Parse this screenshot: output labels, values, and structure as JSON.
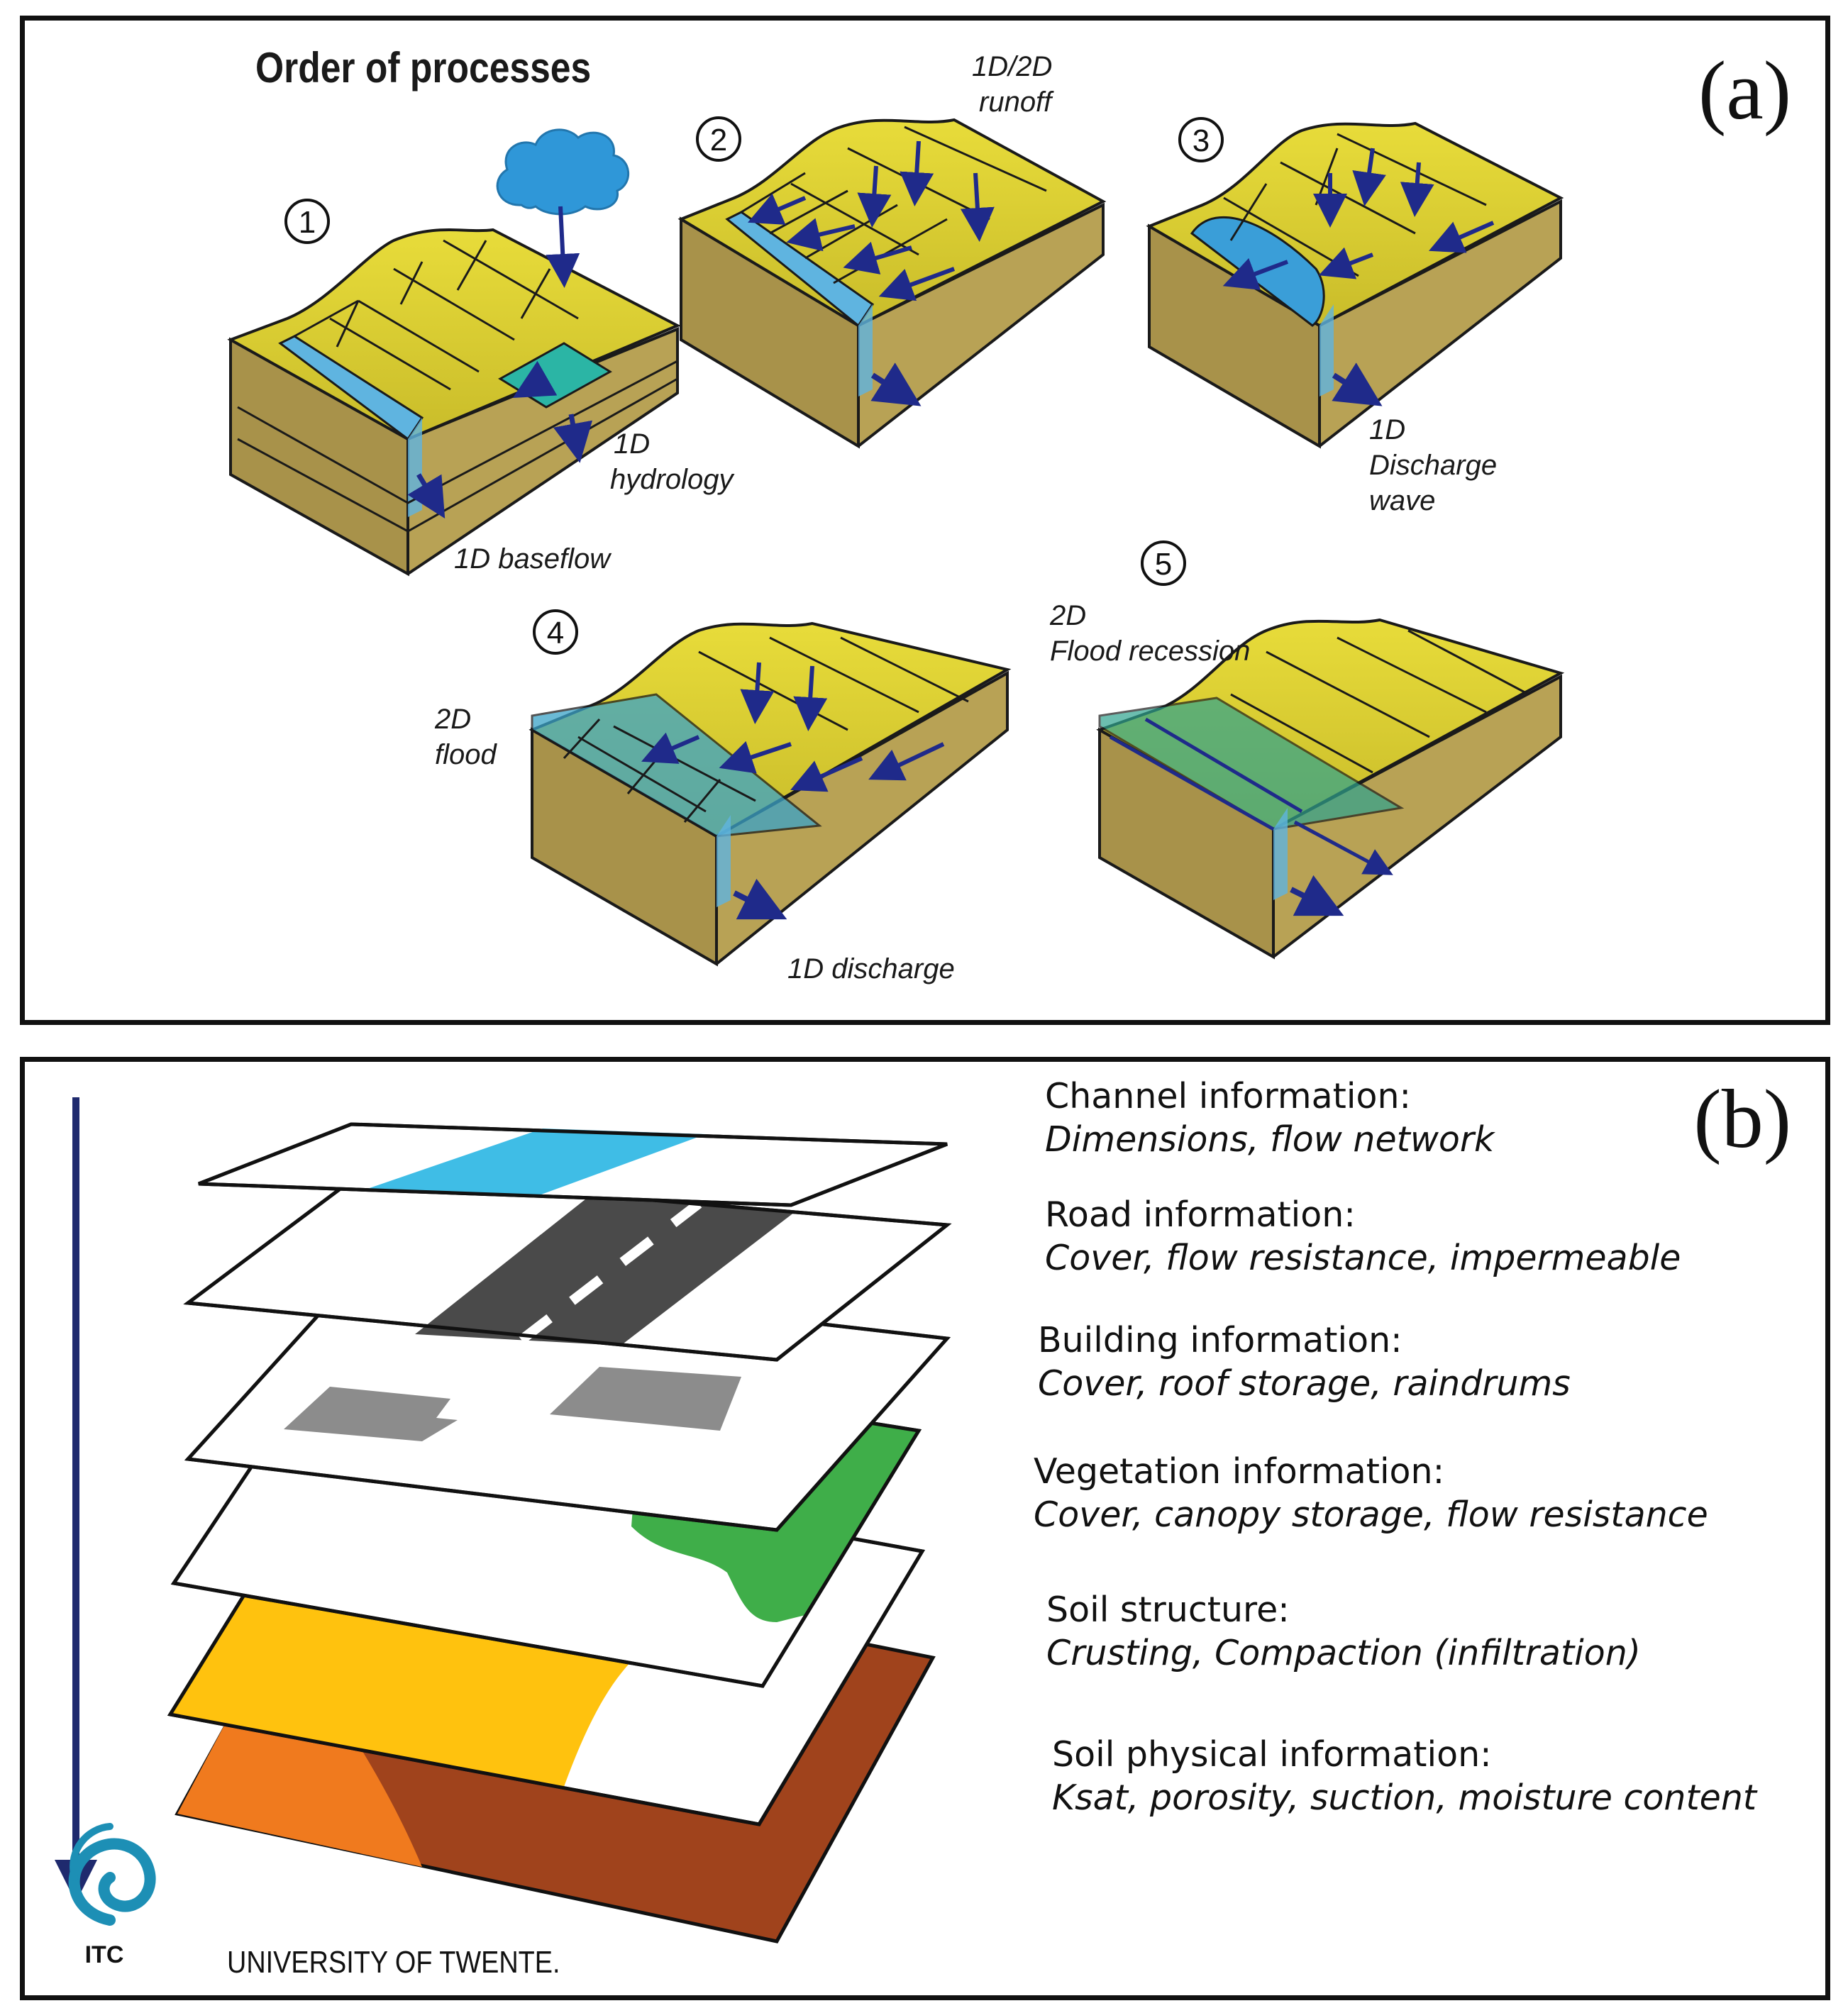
{
  "panel_a": {
    "letter": "(a)",
    "heading": "Order of processes",
    "steps": [
      {
        "number": "1",
        "labels": [
          "1D",
          "hydrology",
          "1D baseflow"
        ]
      },
      {
        "number": "2",
        "labels": [
          "1D/2D",
          "runoff"
        ]
      },
      {
        "number": "3",
        "labels": [
          "1D",
          "Discharge",
          "wave"
        ]
      },
      {
        "number": "4",
        "labels": [
          "2D",
          "flood",
          "1D discharge"
        ]
      },
      {
        "number": "5",
        "labels": [
          "2D",
          "Flood recession"
        ]
      }
    ]
  },
  "panel_b": {
    "letter": "(b)",
    "layers": [
      {
        "title": "Channel information:",
        "detail": "Dimensions, flow network",
        "color": "#3fbde6"
      },
      {
        "title": "Road information:",
        "detail": "Cover, flow resistance, impermeable",
        "color": "#4a4a4a"
      },
      {
        "title": "Building information:",
        "detail": "Cover, roof storage, raindrums",
        "color": "#8c8c8c"
      },
      {
        "title": "Vegetation information:",
        "detail": "Cover, canopy storage, flow resistance",
        "color": "#3fae49"
      },
      {
        "title": "Soil structure:",
        "detail": "Crusting, Compaction (infiltration)",
        "color": "#ffc20e"
      },
      {
        "title": "Soil physical information:",
        "detail": "Ksat, porosity, suction, moisture content",
        "color": "#a0431c"
      }
    ],
    "logo": {
      "acronym": "ITC",
      "institution": "UNIVERSITY OF TWENTE."
    }
  },
  "colors": {
    "terrain_top": "#e0d22a",
    "terrain_side": "#b8a255",
    "water": "#5fb4e0",
    "arrow": "#1f2a8a",
    "logo": "#1d8fb5"
  }
}
